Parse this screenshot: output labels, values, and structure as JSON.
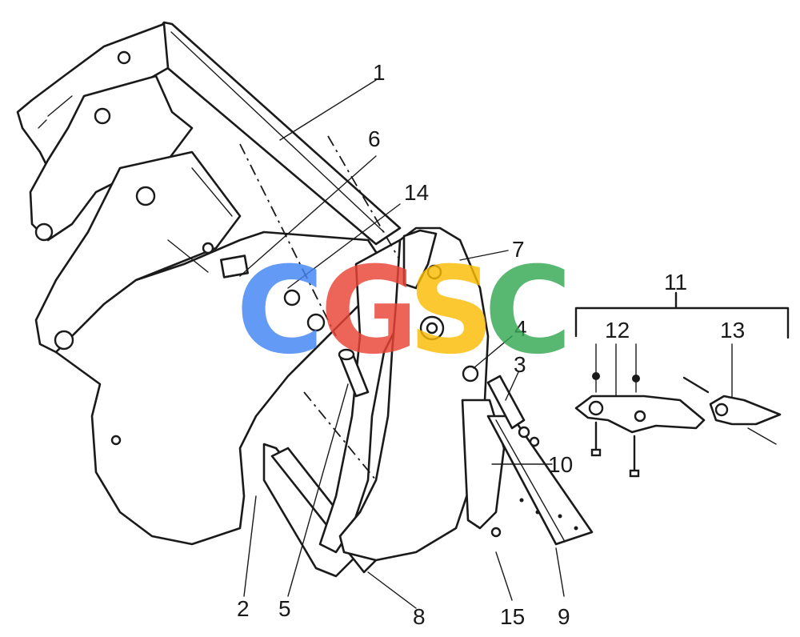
{
  "callouts": [
    {
      "id": "1",
      "label": "1"
    },
    {
      "id": "2",
      "label": "2"
    },
    {
      "id": "3",
      "label": "3"
    },
    {
      "id": "4",
      "label": "4"
    },
    {
      "id": "5",
      "label": "5"
    },
    {
      "id": "6",
      "label": "6"
    },
    {
      "id": "7",
      "label": "7"
    },
    {
      "id": "8",
      "label": "8"
    },
    {
      "id": "9",
      "label": "9"
    },
    {
      "id": "10",
      "label": "10"
    },
    {
      "id": "11",
      "label": "11"
    },
    {
      "id": "12",
      "label": "12"
    },
    {
      "id": "13",
      "label": "13"
    },
    {
      "id": "14",
      "label": "14"
    },
    {
      "id": "15",
      "label": "15"
    }
  ],
  "watermark": {
    "letters": [
      "C",
      "G",
      "S",
      "C"
    ],
    "colors": [
      "#4285F4",
      "#EA4335",
      "#FBBC05",
      "#34A853"
    ]
  },
  "colors": {
    "ink": "#1a1a1a",
    "paper": "#ffffff"
  }
}
